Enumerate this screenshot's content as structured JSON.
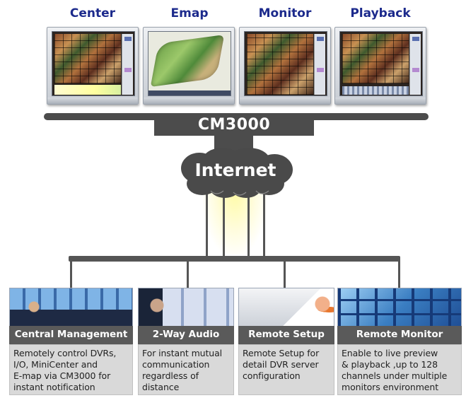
{
  "monitors": [
    {
      "label": "Center"
    },
    {
      "label": "Emap"
    },
    {
      "label": "Monitor"
    },
    {
      "label": "Playback"
    }
  ],
  "hub": {
    "label": "CM3000"
  },
  "cloud": {
    "label": "Internet"
  },
  "features": [
    {
      "title": "Central Management",
      "desc": "Remotely control DVRs,\nI/O, MiniCenter and\nE-map via CM3000 for\ninstant notification"
    },
    {
      "title": "2-Way Audio",
      "desc": "For instant mutual\ncommunication\nregardless of\ndistance"
    },
    {
      "title": "Remote Setup",
      "desc": "Remote Setup for\ndetail DVR server\nconfiguration"
    },
    {
      "title": "Remote Monitor",
      "desc": "Enable to live preview\n& playback ,up to 128\nchannels under multiple\nmonitors environment"
    }
  ],
  "colors": {
    "heading": "#1c2a8c",
    "bar": "#4c4c4c",
    "card_title_bg": "#5a5a5a",
    "card_desc_bg": "#d9d9d9"
  }
}
